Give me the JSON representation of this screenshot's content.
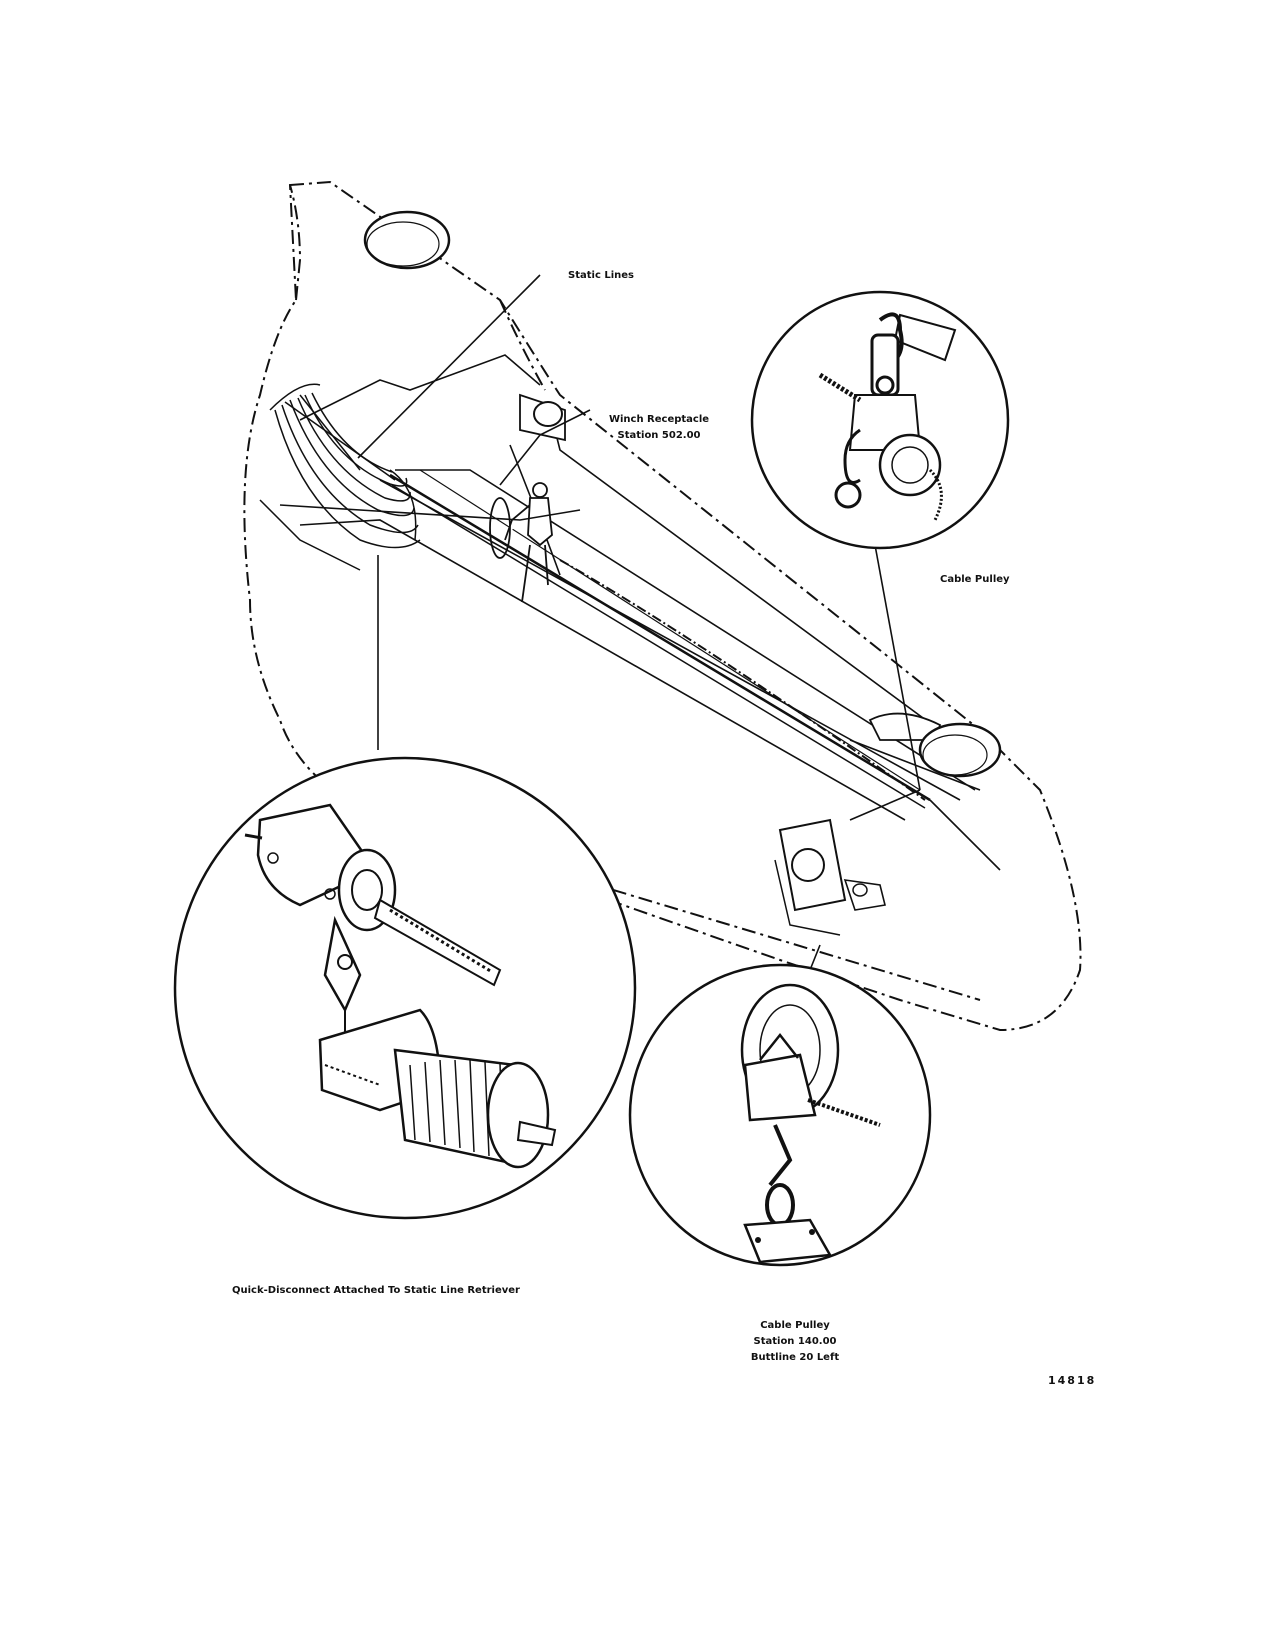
{
  "callouts": {
    "static_lines": "Static Lines",
    "winch_receptacle": {
      "line1": "Winch Receptacle",
      "line2": "Station 502.00"
    },
    "cable_pulley_upper": "Cable Pulley",
    "quick_disconnect": "Quick-Disconnect Attached To Static Line Retriever",
    "cable_pulley_lower": {
      "line1": "Cable Pulley",
      "line2": "Station 140.00",
      "line3": "Buttline 20 Left"
    }
  },
  "figure_number": "14818"
}
